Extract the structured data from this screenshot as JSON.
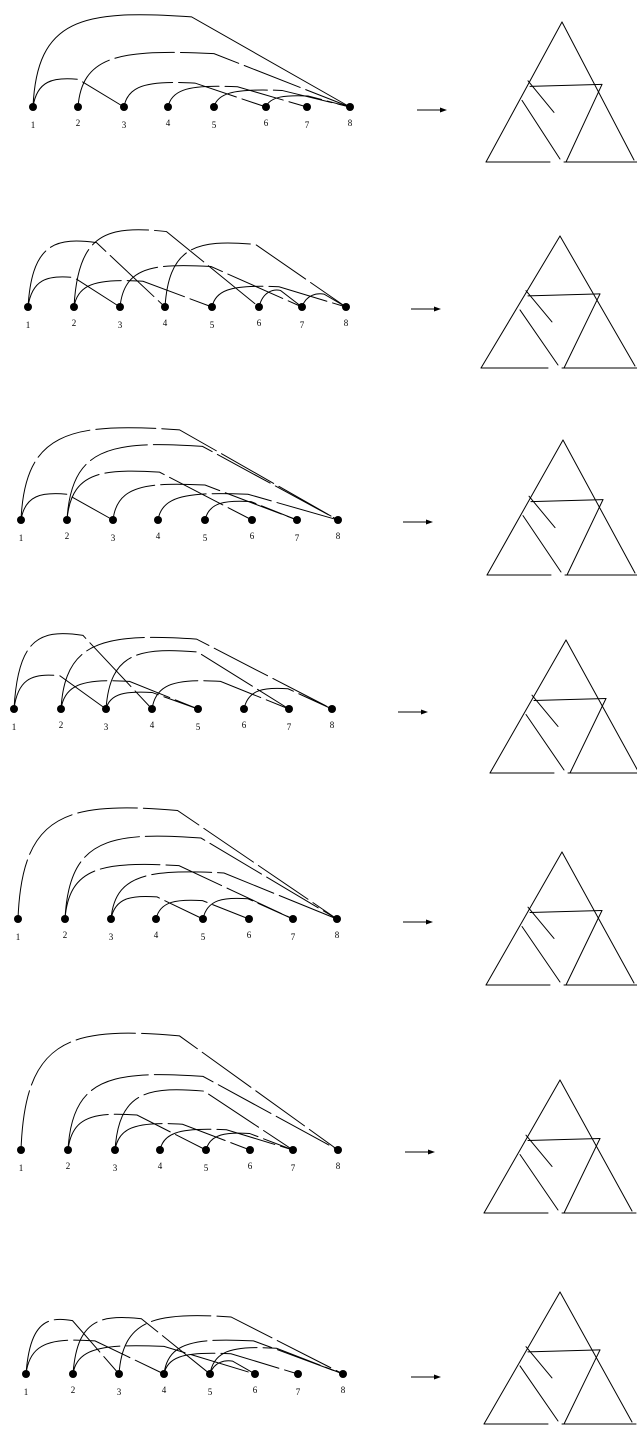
{
  "rows": [
    {
      "labels": [
        "1",
        "2",
        "3",
        "4",
        "5",
        "6",
        "7",
        "8"
      ]
    },
    {
      "labels": [
        "1",
        "2",
        "3",
        "4",
        "5",
        "6",
        "7",
        "8"
      ]
    },
    {
      "labels": [
        "1",
        "2",
        "3",
        "4",
        "5",
        "6",
        "7",
        "8"
      ]
    },
    {
      "labels": [
        "1",
        "2",
        "3",
        "4",
        "5",
        "6",
        "7",
        "8"
      ]
    },
    {
      "labels": [
        "1",
        "2",
        "3",
        "4",
        "5",
        "6",
        "7",
        "8"
      ]
    },
    {
      "labels": [
        "1",
        "2",
        "3",
        "4",
        "5",
        "6",
        "7",
        "8"
      ]
    },
    {
      "labels": [
        "1",
        "2",
        "3",
        "4",
        "5",
        "6",
        "7",
        "8"
      ]
    }
  ]
}
